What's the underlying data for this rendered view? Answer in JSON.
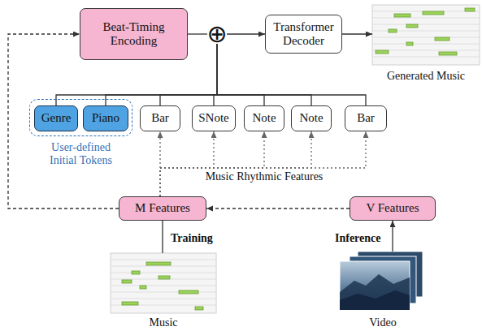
{
  "diagram": {
    "nodes": [
      {
        "text": [
          "Beat-Timing Encoding"
        ]
      },
      {
        "text": [
          "⊕"
        ]
      },
      {
        "text": [
          "Transformer Decoder"
        ]
      },
      {
        "text": [
          "Generated Music"
        ]
      },
      {
        "text": [
          "User-defined Initial Tokens"
        ]
      },
      {
        "text": [
          "Genre"
        ],
        "in": 4
      },
      {
        "text": [
          "Piano"
        ],
        "in": 4
      },
      {
        "text": [
          "Bar"
        ]
      },
      {
        "text": [
          "SNote"
        ]
      },
      {
        "text": [
          "Note"
        ]
      },
      {
        "text": [
          "Note"
        ]
      },
      {
        "text": [
          "Bar"
        ]
      },
      {
        "text": [
          "M Features"
        ]
      },
      {
        "text": [
          "V Features"
        ]
      },
      {
        "text": [
          "Music"
        ]
      },
      {
        "text": [
          "Video"
        ]
      }
    ],
    "edges": [
      {
        "from": 0,
        "to": 1,
        "arrow": "none"
      },
      {
        "from": 1,
        "to": 2,
        "arrow": "to"
      },
      {
        "from": 2,
        "to": 3,
        "arrow": "to"
      },
      {
        "from": 5,
        "to": 1,
        "arrow": "none"
      },
      {
        "from": 6,
        "to": 1,
        "arrow": "none"
      },
      {
        "from": 7,
        "to": 1,
        "arrow": "none"
      },
      {
        "from": 8,
        "to": 1,
        "arrow": "none"
      },
      {
        "from": 9,
        "to": 1,
        "arrow": "none"
      },
      {
        "from": 10,
        "to": 1,
        "arrow": "none"
      },
      {
        "from": 11,
        "to": 1,
        "arrow": "none"
      },
      {
        "from": 12,
        "to": 7,
        "arrow": "to"
      },
      {
        "from": 12,
        "to": 8,
        "arrow": "to"
      },
      {
        "from": 12,
        "to": 9,
        "arrow": "to"
      },
      {
        "from": 12,
        "to": 10,
        "arrow": "to"
      },
      {
        "from": 12,
        "to": 11,
        "arrow": "to"
      },
      {
        "from": 12,
        "to": 0,
        "arrow": "to"
      },
      {
        "from": 13,
        "to": 12,
        "arrow": "to"
      },
      {
        "from": 14,
        "to": 12,
        "arrow": "none"
      },
      {
        "from": 15,
        "to": 13,
        "arrow": "to"
      }
    ],
    "labels": [
      "Music Rhythmic Features",
      "Training",
      "Inference"
    ]
  }
}
